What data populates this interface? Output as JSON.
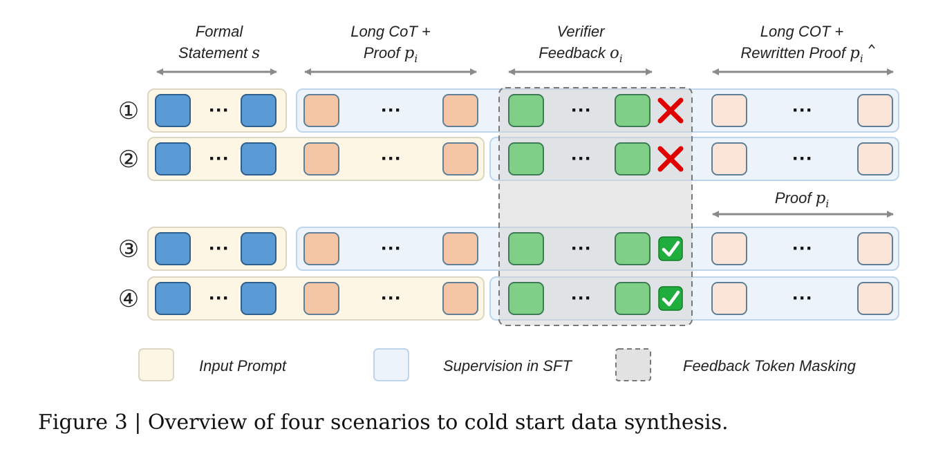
{
  "headers": [
    {
      "line1": "Formal",
      "line2": "Statement",
      "var": "s",
      "sub": "",
      "hat": false
    },
    {
      "line1": "Long CoT +",
      "line2": "Proof",
      "var": "p",
      "sub": "i",
      "hat": false
    },
    {
      "line1": "Verifier",
      "line2": "Feedback",
      "var": "o",
      "sub": "i",
      "hat": false
    },
    {
      "line1": "Long COT +",
      "line2": "Rewritten Proof",
      "var": "p",
      "sub": "i",
      "hat": true
    }
  ],
  "sub_header": {
    "label": "Proof",
    "var": "p",
    "sub": "i"
  },
  "ellipsis": "···",
  "scenarios": [
    {
      "marker": "①",
      "verdict": "incorrect"
    },
    {
      "marker": "②",
      "verdict": "incorrect"
    },
    {
      "marker": "③",
      "verdict": "correct"
    },
    {
      "marker": "④",
      "verdict": "correct"
    }
  ],
  "legend": [
    {
      "label": "Input Prompt"
    },
    {
      "label": "Supervision in SFT"
    },
    {
      "label": "Feedback Token Masking"
    }
  ],
  "caption": "Figure 3 | Overview of four scenarios to cold start data synthesis.",
  "colors": {
    "input_fill": "#fdf6e5",
    "input_border": "#dcd7c3",
    "sup_fill": "#edf3fb",
    "sup_border": "#bdd4ec",
    "mask_fill": "#d6d6d6",
    "mask_border": "#777777",
    "statement_token": "#5b9bd5",
    "statement_token_border": "#2e5f8c",
    "proof_token": "#f4c6a6",
    "proof_token_border": "#5f7f98",
    "feedback_token": "#7fcf86",
    "feedback_token_border": "#3d7b55",
    "rewritten_token": "#fbe4d8",
    "rewritten_token_border": "#5f7f98",
    "arrow": "#8a8a8a",
    "cross": "#e00000",
    "check_fill": "#1fae3d"
  }
}
